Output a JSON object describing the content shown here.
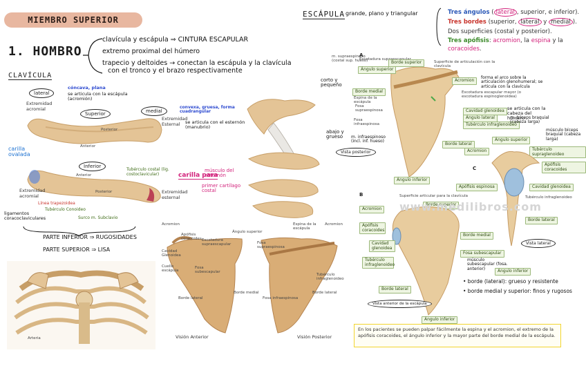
{
  "header": {
    "title": "MIEMBRO SUPERIOR"
  },
  "section1": {
    "heading": "1. HOMBRO",
    "bullets": [
      "clavícula y escápula ⇒ CINTURA ESCAPULAR",
      "extremo proximal del húmero",
      "trapecio y deltoides → conectan la escápula y la clavícula",
      "con el tronco y el brazo respectivamente"
    ]
  },
  "clavicula": {
    "heading": "CLAVÍCULA",
    "lateral": "lateral",
    "lateral_note_pink": "cóncava, plana",
    "lateral_note": "se articula con la escápula (acromión)",
    "extremidad_acromial": "Extremidad acromial",
    "superior": "Superior",
    "medial": "medial",
    "medial_note_pink": "convexa, gruesa, forma cuadrangular",
    "medial_note": "se articula con el esternón (manubrio)",
    "extremidad_esternal": "Extremidad Esternal",
    "posterior": "Posterior",
    "anterior": "Anterior",
    "carilla_ovalada": "carilla ovalada",
    "inferior": "Inferior",
    "tuberculo_costal": "Tubérculo costal (lig. costoclavicular)",
    "carilla_para": "carilla para",
    "musculo_esternon": "músculo del esternón",
    "primer_cartilago": "primer cartílago costal",
    "linea_trapezoidea": "Línea trapezoidea",
    "tuberculo_conoideo": "Tubérculo Conoideo",
    "surco_subclavio": "Surco m. Subclavio",
    "extremidad_acromial_2": "Extremidad acromial",
    "extremidad_esternal_2": "Extremidad esternal",
    "ligamentos": "ligamentos coracoclaviculares",
    "parte_inferior": "PARTE INFERIOR ⇒ RUGOSIDADES",
    "parte_superior": "PARTE SUPERIOR ⇒ LISA",
    "anterior_2": "Anterior",
    "posterior_2": "Posterior"
  },
  "center_images": {
    "vision_anterior": "Visión Anterior",
    "vision_posterior": "Visión Posterior",
    "acromion": "Acromion",
    "acromion_2": "Acromion",
    "espina_escapula": "Espina de la escápula",
    "angulo_superior": "Ángulo superior",
    "apofisis_coracoides": "Apófisis coracoides",
    "escotadura_supraescapular": "Escotadura supraescapular",
    "fosa_supraespinosa": "Fosa supraespinosa",
    "cavidad_glenoidea": "Cavidad Glenoidea",
    "cuello_escapula": "Cuello escápula",
    "fosa_subescapular": "Fosa subescapular",
    "borde_lateral": "Borde lateral",
    "borde_medial": "Borde medial",
    "fosa_infraespinosa": "Fosa infraespinosa",
    "tuberculo_infraglenoideo": "Tubérculo infraglenoideo",
    "borde_lateral_2": "Borde lateral",
    "vertebra": "Arteria"
  },
  "escapula": {
    "heading": "ESCÁPULA",
    "description": "grande, plano y triangular",
    "info": {
      "angulos_label": "Tres ángulos",
      "angulos_text_1": " (",
      "angulos_lateral": "lateral",
      "angulos_text_2": ", superior, e inferior).",
      "bordes_label": "Tres bordes",
      "bordes_text_1": " (superior, ",
      "bordes_lateral": "lateral",
      "bordes_text_2": " y ",
      "bordes_medial": "medial",
      "bordes_text_3": ").",
      "superficies_text": "Dos superficies (costal y posterior).",
      "apofisis_label": "Tres apófisis",
      "apofisis_text_1": ": ",
      "apofisis_acromion": "acromion",
      "apofisis_text_2": ", la ",
      "apofisis_espina": "espina",
      "apofisis_text_3": " y la ",
      "apofisis_coracoides": "coracoides",
      "apofisis_text_4": "."
    },
    "letter_a": "A",
    "letter_b": "B",
    "letter_c": "C",
    "m_supraespinoso": "m. supraespinoso (costal sup. hueso)",
    "angulo_superior": "Ángulo superior",
    "corto_pequeno": "corto y pequeño",
    "borde_superior": "Borde superior",
    "escotadura_supraescapular": "Escotadura supraescapular",
    "superficie_articulacion": "Superficie de articulación con la clavícula",
    "acromion": "Acromion",
    "forma_arco": "forma el arco sobre la articulación glenohumeral; se articula con la clavícula",
    "borde_medial": "Borde medial",
    "espina_escapula": "Espina de la escápula",
    "escotadura_mayor": "Escotadura escapular mayor (o escotadura espinoglenoidea)",
    "fosa_supraespinosa": "Fosa supraespinosa",
    "fosa_infraespinosa": "Fosa infraespinosa",
    "cavidad_glenoidea": "Cavidad glenoidea",
    "se_articula_humero": "se articula con la cabeza del húmero",
    "angulo_lateral": "Ángulo lateral",
    "tuberculo_infraglenoideo": "Tubérculo infraglenoideo",
    "m_triceps": "m. tríceps braquial (cabeza larga)",
    "largo_grueso": "abajo y grueso",
    "m_infraespinoso": "m. infraespinoso (incl. inf. hueso)",
    "borde_lateral": "Borde lateral",
    "angulo_superior_c": "Ángulo superior",
    "tuberculo_supraglenoideo": "Tubérculo supraglenoideo",
    "musculo_biceps": "músculo bíceps braquial (cabeza larga)",
    "apofisis_coracoides_c": "Apófisis coracoides",
    "acromion_c": "Acromion",
    "vista_posterior": "Vista posterior",
    "angulo_inferior": "Ángulo inferior",
    "apofisis_espinosa": "Apófisis espinosa",
    "cavidad_glenoidea_c": "Cavidad glenoidea",
    "tuberculo_infraglenoideo_c": "Tubérculo infraglenoideo",
    "borde_lateral_c": "Borde lateral",
    "vista_lateral": "Vista lateral",
    "superficie_articular_b": "Superficie articular para la clavícula",
    "borde_superior_b": "Borde superior",
    "acromion_b": "Acromion",
    "apofisis_coracoides_b": "Apófisis coracoides",
    "cavidad_glenoidea_b": "Cavidad glenoidea",
    "tuberculo_infraglenoideo_b": "Tubérculo infraglenoideo",
    "borde_medial_b": "Borde medial",
    "fosa_subescapular": "Fosa subescapular",
    "musculo_subescapular": "músculo subescapular (fosa. anterior)",
    "borde_lateral_b": "Borde lateral",
    "angulo_inferior_b": "Ángulo inferior",
    "vista_anterior": "Vista anterior de la escápula",
    "angulo_inferior_b2": "Ángulo inferior",
    "borde_lateral_note": "• borde (lateral): grueso y resistente",
    "borde_medial_note": "• borde medial y superior: finos y rugosos",
    "watermark": "www.medilibros.com",
    "footer_note": "En los pacientes se pueden palpar fácilmente la espina y el acromion, el extremo de la apófisis coracoides, el ángulo inferior y la mayor parte del borde medial de la escápula."
  },
  "colors": {
    "bone": "#e4c496",
    "bone_dark": "#c79e67",
    "pink": "#d2217b",
    "blue": "#1f73d2",
    "peach": "#e8b7a0",
    "yellow": "#f2d52e"
  }
}
